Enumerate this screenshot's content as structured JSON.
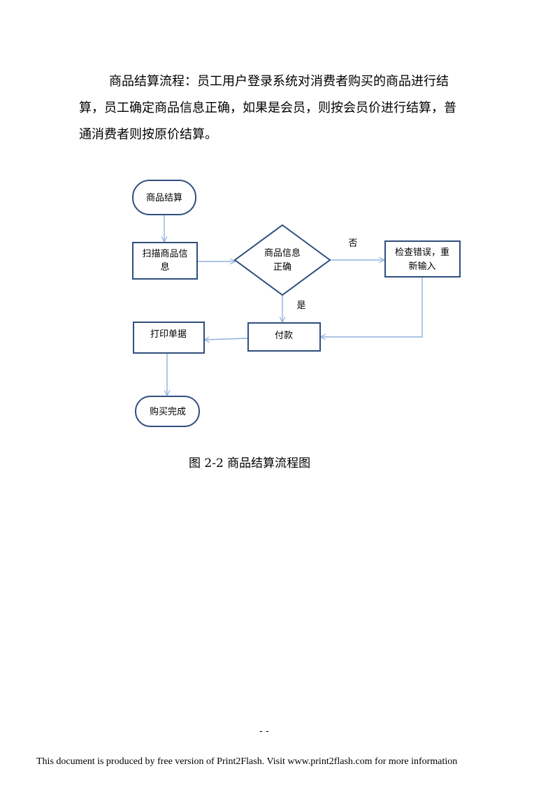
{
  "paragraph": {
    "line1": "商品结算流程：员工用户登录系统对消费者购买的商品进行结",
    "line2": "算，员工确定商品信息正确，如果是会员，则按会员价进行结算，普",
    "line3": "通消费者则按原价结算。"
  },
  "flowchart": {
    "start": "商品结算",
    "scan_line1": "扫描商品信",
    "scan_line2": "息",
    "decision_line1": "商品信息",
    "decision_line2": "正确",
    "no_label": "否",
    "error_line1": "检查错误，重",
    "error_line2": "新输入",
    "yes_label": "是",
    "payment": "付款",
    "print": "打印单据",
    "end": "购买完成",
    "colors": {
      "border": "#2f4e7d",
      "arrow": "#8fb0dc"
    }
  },
  "caption": "图 2-2  商品结算流程图",
  "page_number": "- -",
  "footer": "This document is produced by free version of Print2Flash. Visit www.print2flash.com for more information"
}
